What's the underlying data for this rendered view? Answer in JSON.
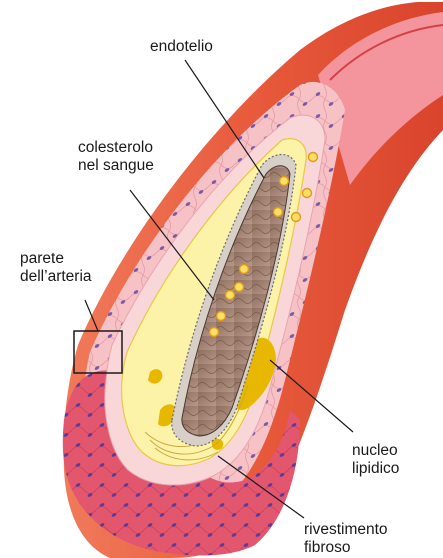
{
  "labels": {
    "endotelio": "endotelio",
    "colesterolo": "colesterolo\nnel sangue",
    "parete": "parete\ndell’arteria",
    "nucleo": "nucleo\nlipidico",
    "rivestimento": "rivestimento\nfibroso"
  },
  "colors": {
    "outer_wall": "#e85a3c",
    "media_layer": "#f4b0b8",
    "cut_face": "#e0506a",
    "plaque": "#fdf3a8",
    "lipid_core": "#e8b800",
    "lumen": "#a08070",
    "cell_nuclei": "#7a5aa8",
    "line": "#1a1a1a"
  }
}
